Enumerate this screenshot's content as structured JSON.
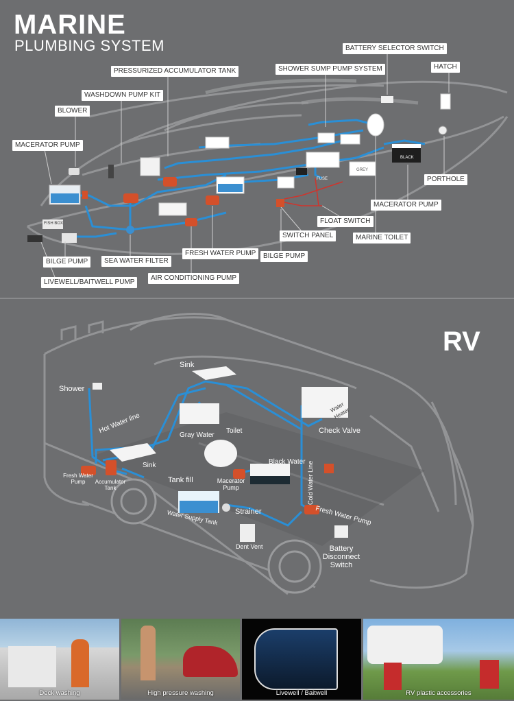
{
  "marine": {
    "title_main": "MARINE",
    "title_sub": "PLUMBING SYSTEM",
    "labels": {
      "battery_selector": "BATTERY SELECTOR SWITCH",
      "pressurized_tank": "PRESSURIZED ACCUMULATOR TANK",
      "shower_sump": "SHOWER SUMP PUMP SYSTEM",
      "hatch": "HATCH",
      "washdown": "WASHDOWN PUMP KIT",
      "blower": "BLOWER",
      "macerator_left": "MACERATOR PUMP",
      "porthole": "PORTHOLE",
      "macerator_right": "MACERATOR PUMP",
      "float_switch": "FLOAT SWITCH",
      "switch_panel": "SWITCH PANEL",
      "marine_toilet": "MARINE TOILET",
      "fresh_water_pump": "FRESH WATER PUMP",
      "bilge_pump_right": "BILGE PUMP",
      "bilge_pump_left": "BILGE PUMP",
      "sea_water_filter": "SEA WATER FILTER",
      "livewell": "LIVEWELL/BAITWELL PUMP",
      "air_conditioning": "AIR CONDITIONING PUMP"
    },
    "tags": {
      "fish_box": "FISH BOX",
      "black": "BLACK",
      "grey": "GREY",
      "fuse": "FUSE"
    }
  },
  "rv": {
    "title": "RV",
    "labels": {
      "sink_top": "Sink",
      "shower": "Shower",
      "hot_water_line": "Hot Water line",
      "gray_water": "Gray Water",
      "toilet": "Toilet",
      "water_heater": "Water Heater",
      "check_valve": "Check Valve",
      "sink_left": "Sink",
      "fresh_water_pump_left": "Fresh Water Pump",
      "accumulator_tank": "Accumulator Tank",
      "black_water": "Black Water",
      "macerator_pump": "Macerator Pump",
      "cold_water_line": "Cold Water Line",
      "tank_fill": "Tank fill",
      "fresh_water_pump_right": "Fresh Water Pump",
      "strainer": "Strainer",
      "water_supply_tank": "Water Supply Tank",
      "dent_vent": "Dent Vent",
      "battery_disconnect": "Battery Disconnect Switch"
    }
  },
  "photos": [
    {
      "caption": "Deck washing"
    },
    {
      "caption": "High pressure washing"
    },
    {
      "caption": "Livewell / Baitwell"
    },
    {
      "caption": "RV plastic accessories"
    }
  ],
  "colors": {
    "pipe": "#2a8fd6",
    "background": "#6d6e70",
    "outline": "#9a9b9d"
  }
}
